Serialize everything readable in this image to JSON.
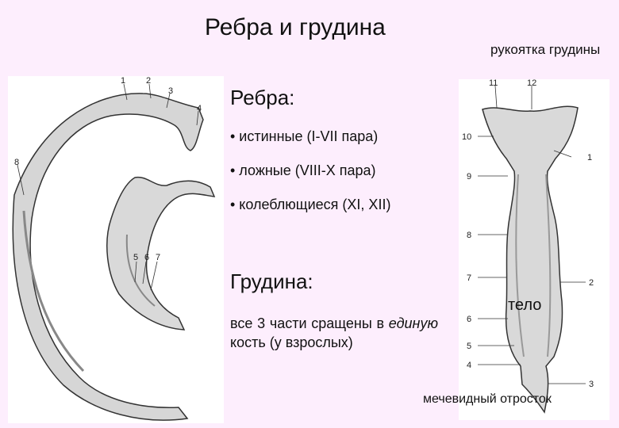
{
  "title": "Ребра и грудина",
  "sternum_top_label": "рукоятка грудины",
  "ribs_heading": "Ребра:",
  "rib_bullets": [
    "• истинные (I-VII пара)",
    "• ложные (VIII-X пара)",
    "• колеблющиеся (XI, XII)"
  ],
  "sternum_heading": "Грудина:",
  "sternum_desc": {
    "pre": "все 3 части сращены в ",
    "em": "единую",
    "post": " кость (у взрослых)"
  },
  "body_label": "тело",
  "xiphoid_label": "мечевидный отросток",
  "rib_numbers": [
    "1",
    "2",
    "3",
    "4",
    "8",
    "5",
    "6",
    "7"
  ],
  "sternum_numbers": [
    "11",
    "12",
    "10",
    "1",
    "9",
    "8",
    "7",
    "2",
    "6",
    "5",
    "4",
    "3"
  ],
  "colors": {
    "background": "#fdeefd",
    "bone": "#d9d9d9",
    "bone_shade": "#8a8a8a"
  }
}
